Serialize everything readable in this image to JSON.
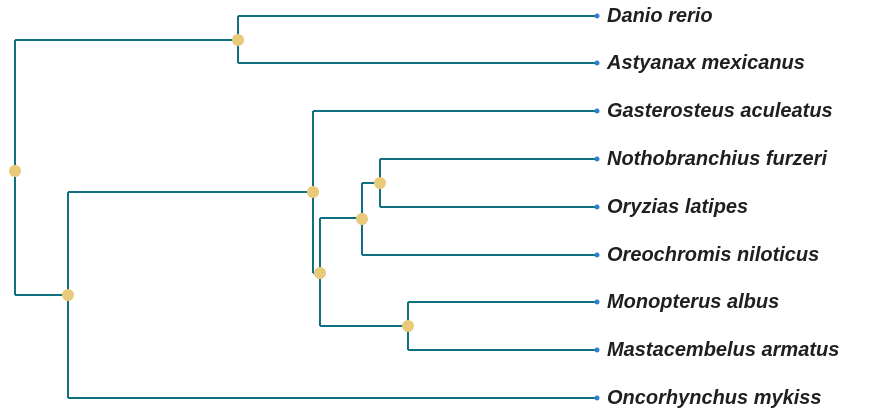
{
  "tree": {
    "leaves": [
      "Danio rerio",
      "Astyanax mexicanus",
      "Gasterosteus aculeatus",
      "Nothobranchius furzeri",
      "Oryzias latipes",
      "Oreochromis niloticus",
      "Monopterus albus",
      "Mastacembelus armatus",
      "Oncorhynchus mykiss"
    ],
    "newick": "((Danio rerio,Astyanax mexicanus),((Gasterosteus aculeatus,(((Nothobranchius furzeri,Oryzias latipes),Oreochromis niloticus),(Monopterus albus,Mastacembelus armatus))),Oncorhynchus mykiss));",
    "colors": {
      "branch": "#11707f",
      "node": "#e9c97a",
      "tip": "#2a7fd0",
      "label": "#1f1f1f"
    }
  }
}
